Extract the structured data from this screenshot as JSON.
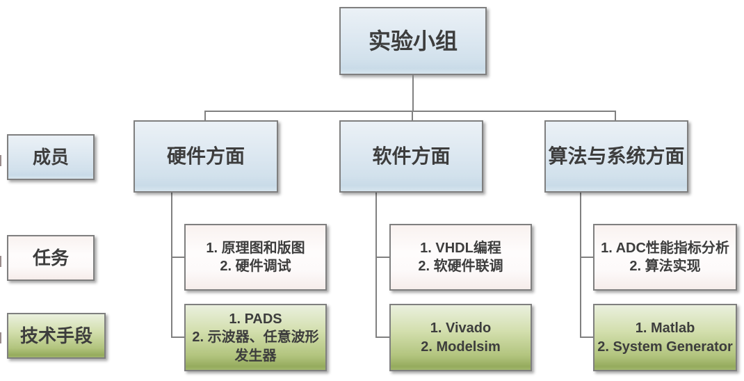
{
  "diagram": {
    "title_box": {
      "label": "实验小组"
    },
    "row_labels": [
      {
        "id": "members",
        "label": "成员"
      },
      {
        "id": "tasks",
        "label": "任务"
      },
      {
        "id": "methods",
        "label": "技术手段"
      }
    ],
    "branches": [
      {
        "label": "硬件方面",
        "tasks": [
          "1. 原理图和版图",
          "2. 硬件调试"
        ],
        "methods": [
          "1. PADS",
          "2. 示波器、任意波形",
          "发生器"
        ]
      },
      {
        "label": "软件方面",
        "tasks": [
          "1. VHDL编程",
          "2. 软硬件联调"
        ],
        "methods": [
          "1. Vivado",
          "2. Modelsim"
        ]
      },
      {
        "label": "算法与系统方面",
        "tasks": [
          "1. ADC性能指标分析",
          "2. 算法实现"
        ],
        "methods": [
          "1. Matlab",
          "2. System Generator"
        ]
      }
    ],
    "colors": {
      "members_row_fill": "#dde8f1",
      "tasks_row_fill": "#fdfafa",
      "methods_row_fill": "#b2c47e",
      "border": "#7f7f7f",
      "connector": "#808080",
      "text": "#3d3d3d"
    }
  }
}
